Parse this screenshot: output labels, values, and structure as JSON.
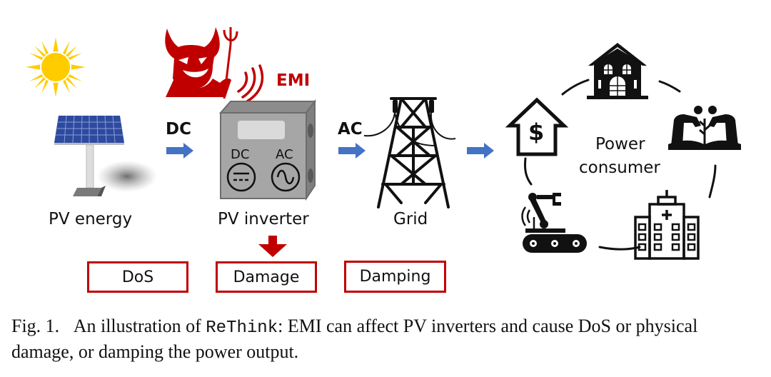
{
  "figure": {
    "nodes": {
      "pv_energy": {
        "label": "PV energy"
      },
      "pv_inverter": {
        "label": "PV inverter",
        "panel_left": "DC",
        "panel_right": "AC"
      },
      "grid": {
        "label": "Grid"
      },
      "power_consumer": {
        "label_line1": "Power",
        "label_line2": "consumer"
      }
    },
    "flows": {
      "dc": "DC",
      "ac": "AC"
    },
    "attacker": {
      "label": "EMI"
    },
    "effects": [
      "DoS",
      "Damage",
      "Damping"
    ],
    "colors": {
      "attack_red": "#c00000",
      "arrow_blue": "#4472c4",
      "sun_yellow": "#ffcc00",
      "inverter_gray": "#a6a6a6"
    }
  },
  "caption": {
    "prefix": "Fig. 1.",
    "text_before": "An illustration of ",
    "system_name": "ReThink",
    "text_after": ": EMI can affect PV inverters and cause DoS or physical damage, or damping the power output."
  }
}
